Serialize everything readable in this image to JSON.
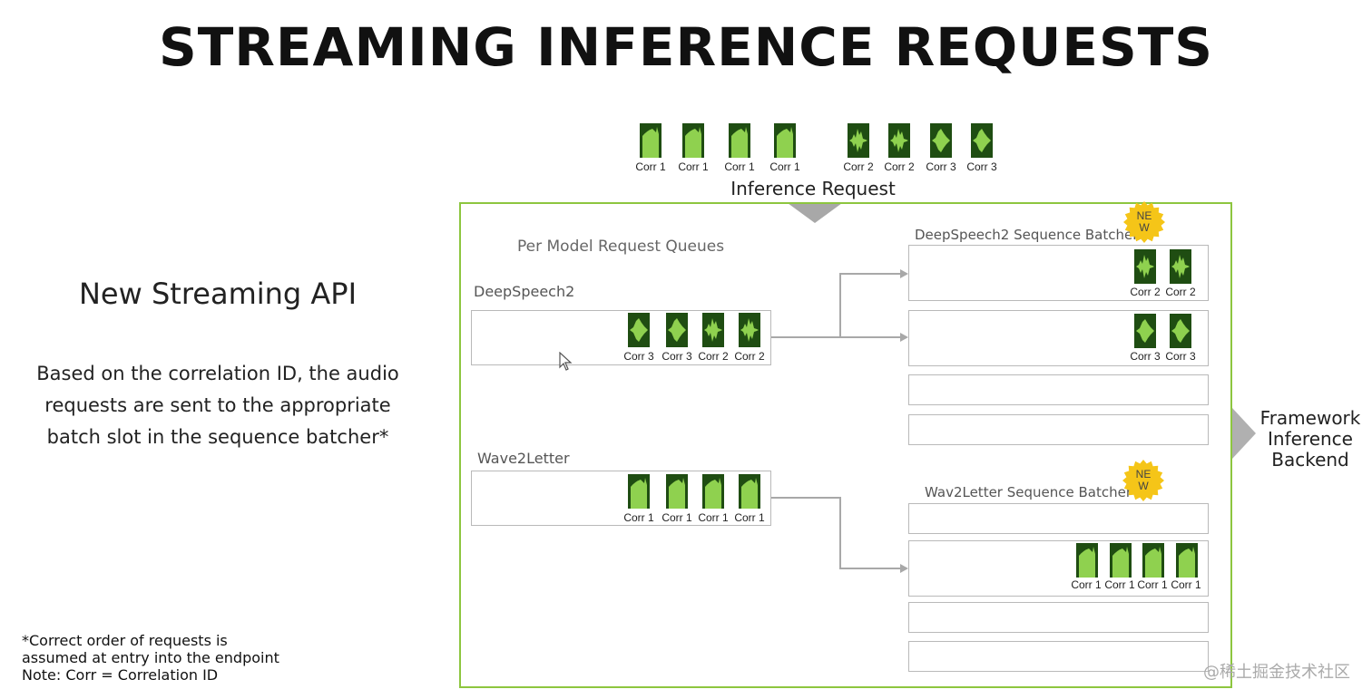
{
  "title": "STREAMING INFERENCE REQUESTS",
  "api": {
    "heading": "New Streaming API",
    "description": "Based on the correlation ID, the audio requests are sent to the appropriate batch slot in the sequence batcher*"
  },
  "footnote": {
    "line1": "*Correct order of requests is",
    "line2": "assumed at entry into the endpoint",
    "line3": "Note: Corr = Correlation ID"
  },
  "inference_request": {
    "label": "Inference Request",
    "items": [
      "Corr 1",
      "Corr 1",
      "Corr 1",
      "Corr 1",
      "Corr 2",
      "Corr 2",
      "Corr 3",
      "Corr 3"
    ]
  },
  "queues": {
    "label": "Per Model Request Queues",
    "deepspeech": {
      "label": "DeepSpeech2",
      "items": [
        "Corr 3",
        "Corr 3",
        "Corr 2",
        "Corr 2"
      ]
    },
    "wave2letter": {
      "label": "Wave2Letter",
      "items": [
        "Corr 1",
        "Corr 1",
        "Corr 1",
        "Corr 1"
      ]
    }
  },
  "batchers": {
    "new_badge_top": "NE",
    "new_badge_bottom": "W",
    "deepspeech": {
      "label": "DeepSpeech2 Sequence Batcher",
      "slot1": [
        "Corr 2",
        "Corr 2"
      ],
      "slot2": [
        "Corr 3",
        "Corr 3"
      ]
    },
    "wav2letter": {
      "label": "Wav2Letter Sequence Batcher",
      "slot2": [
        "Corr 1",
        "Corr 1",
        "Corr 1",
        "Corr 1"
      ]
    }
  },
  "backend": {
    "line1": "Framework",
    "line2": "Inference",
    "line3": "Backend"
  },
  "watermark": "@稀土掘金技术社区",
  "colors": {
    "frame": "#8dc63f",
    "tile_dark": "#1f4d12",
    "tile_light": "#8fd14f",
    "badge": "#f5c518",
    "arrow": "#a8a8a8"
  }
}
